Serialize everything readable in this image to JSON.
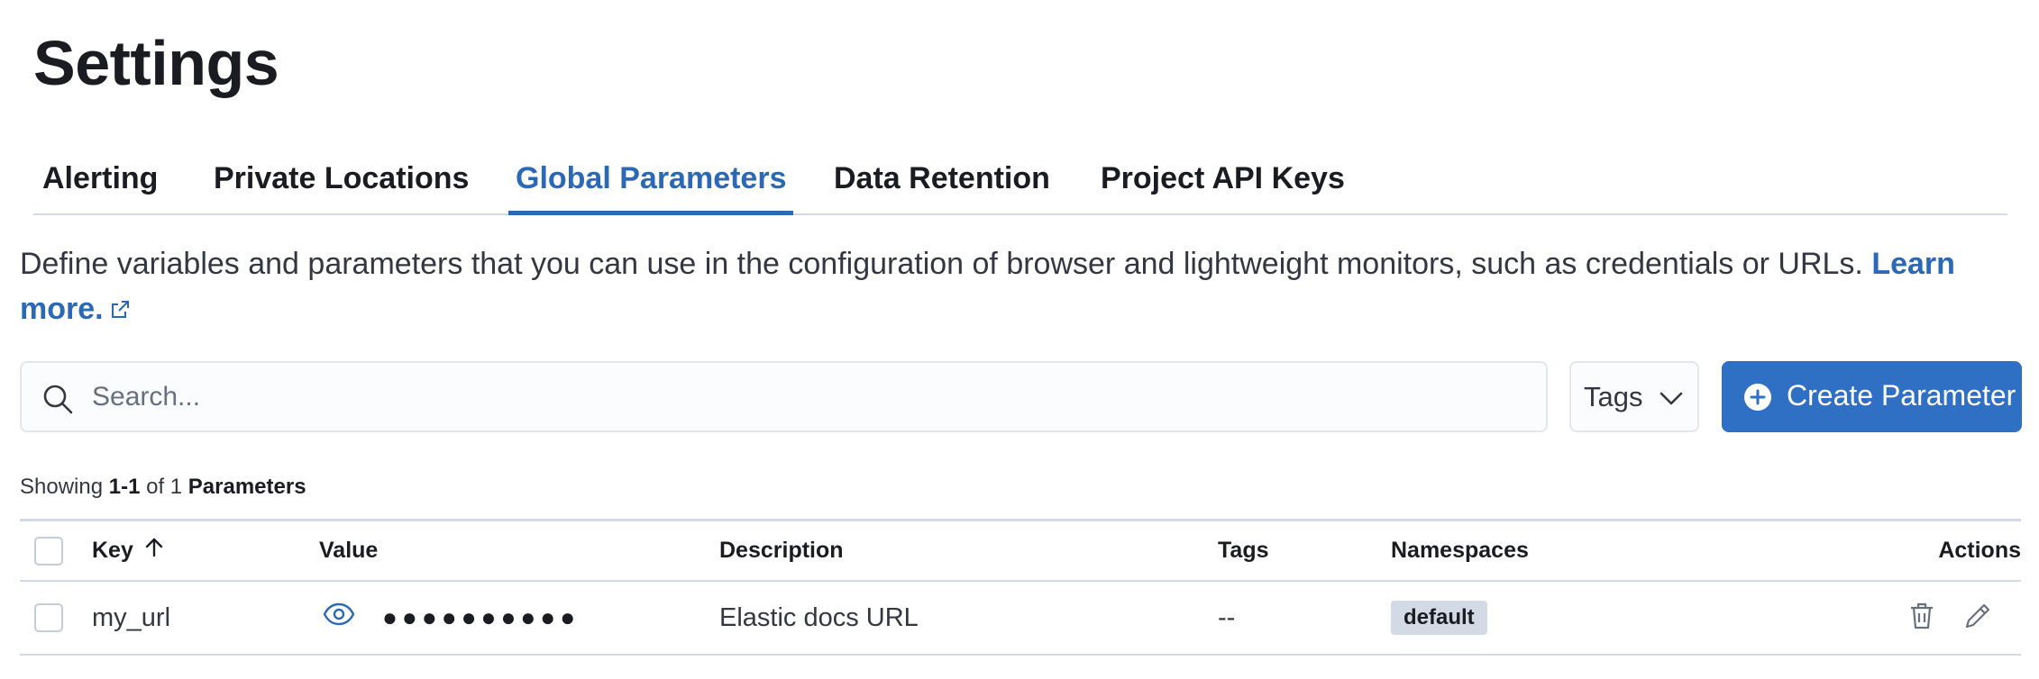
{
  "page": {
    "title": "Settings"
  },
  "tabs": [
    {
      "label": "Alerting",
      "active": false
    },
    {
      "label": "Private Locations",
      "active": false
    },
    {
      "label": "Global Parameters",
      "active": true
    },
    {
      "label": "Data Retention",
      "active": false
    },
    {
      "label": "Project API Keys",
      "active": false
    }
  ],
  "description": {
    "text": "Define variables and parameters that you can use in the configuration of browser and lightweight monitors, such as credentials or URLs. ",
    "link": "Learn more."
  },
  "search": {
    "placeholder": "Search...",
    "value": ""
  },
  "filters": {
    "tags_label": "Tags"
  },
  "create_button": {
    "label": "Create Parameter"
  },
  "summary": {
    "prefix": "Showing ",
    "range": "1-1",
    "middle": " of 1 ",
    "entity": "Parameters"
  },
  "table": {
    "columns": {
      "key": "Key",
      "value": "Value",
      "description": "Description",
      "tags": "Tags",
      "namespaces": "Namespaces",
      "actions": "Actions"
    },
    "rows": [
      {
        "key": "my_url",
        "value_masked": "●●●●●●●●●●",
        "description": "Elastic docs URL",
        "tags": "--",
        "namespace": "default"
      }
    ]
  },
  "colors": {
    "accent": "#2b68b5",
    "primary_button": "#2f6fc4",
    "border": "#d3dae6",
    "badge_bg": "#d3dae6"
  },
  "icons": {
    "search": "search-icon",
    "external_link": "external-link-icon",
    "chevron": "chevron-down-icon",
    "plus": "plus-circle-icon",
    "sort": "sort-ascending-icon",
    "reveal": "eye-icon",
    "delete": "trash-icon",
    "edit": "pencil-icon"
  }
}
